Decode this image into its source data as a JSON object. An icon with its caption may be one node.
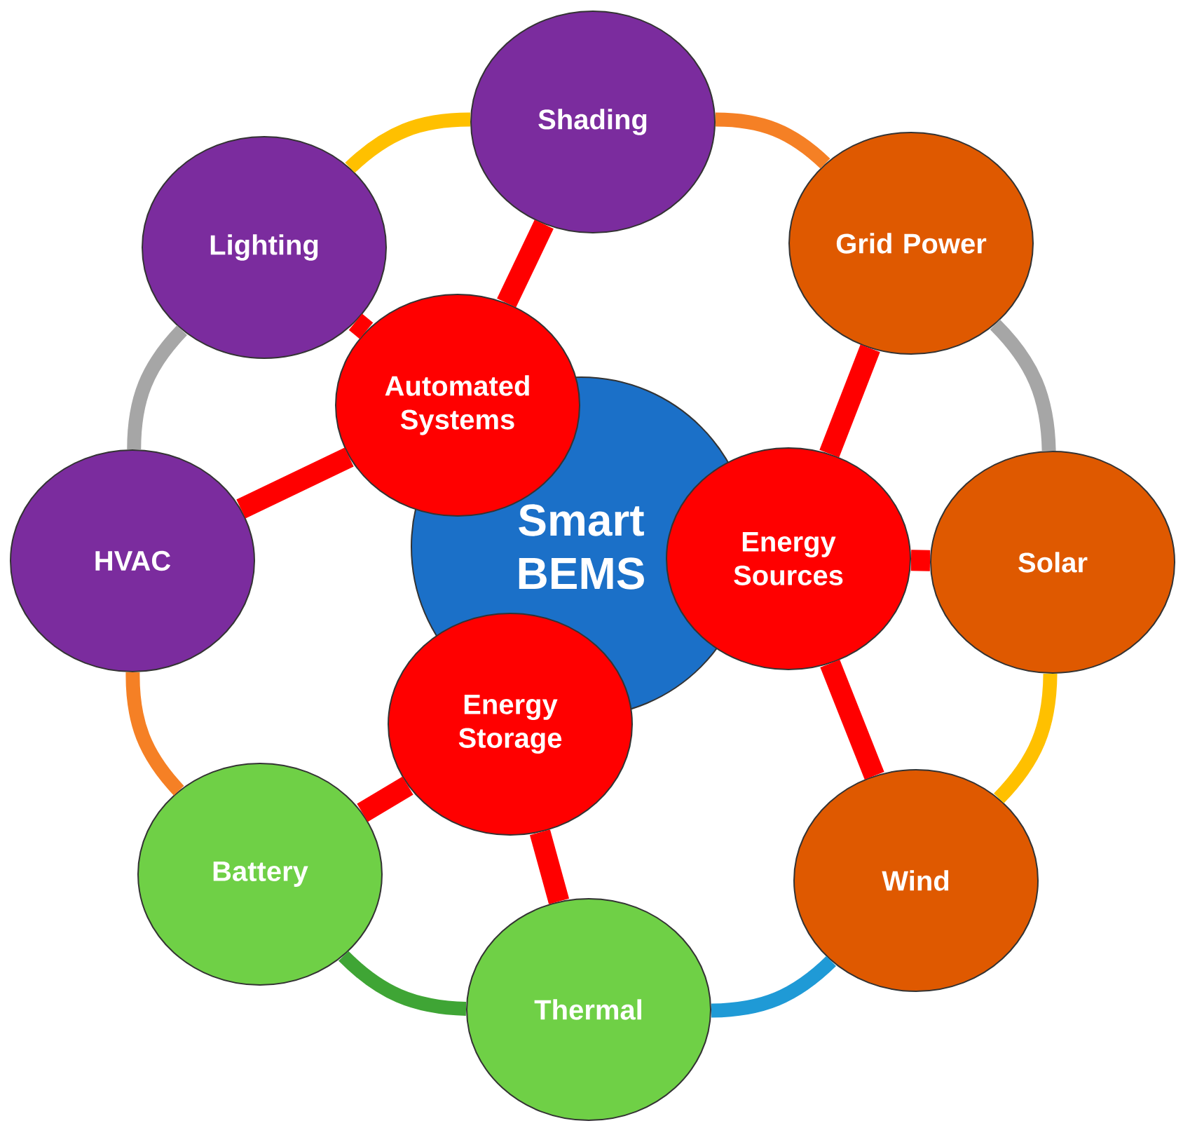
{
  "diagram": {
    "nodes": [
      {
        "text": [
          "Smart BEMS"
        ]
      },
      {
        "text": [
          "Automated Systems"
        ]
      },
      {
        "text": [
          "Energy Sources"
        ]
      },
      {
        "text": [
          "Energy Storage"
        ]
      },
      {
        "text": [
          "Shading"
        ]
      },
      {
        "text": [
          "Grid Power"
        ]
      },
      {
        "text": [
          "Solar"
        ]
      },
      {
        "text": [
          "Wind"
        ]
      },
      {
        "text": [
          "Thermal"
        ]
      },
      {
        "text": [
          "Battery"
        ]
      },
      {
        "text": [
          "HVAC"
        ]
      },
      {
        "text": [
          "Lighting"
        ]
      }
    ],
    "edges": [
      {
        "from": 1,
        "to": 4,
        "arrow": "none"
      },
      {
        "from": 1,
        "to": 11,
        "arrow": "none"
      },
      {
        "from": 1,
        "to": 10,
        "arrow": "none"
      },
      {
        "from": 2,
        "to": 5,
        "arrow": "none"
      },
      {
        "from": 2,
        "to": 6,
        "arrow": "none"
      },
      {
        "from": 2,
        "to": 7,
        "arrow": "none"
      },
      {
        "from": 3,
        "to": 9,
        "arrow": "none"
      },
      {
        "from": 3,
        "to": 8,
        "arrow": "none"
      },
      {
        "from": 11,
        "to": 4,
        "arrow": "none",
        "color": "#ffc000"
      },
      {
        "from": 4,
        "to": 5,
        "arrow": "none",
        "color": "#f58025"
      },
      {
        "from": 5,
        "to": 6,
        "arrow": "none",
        "color": "#a6a6a6"
      },
      {
        "from": 6,
        "to": 7,
        "arrow": "none",
        "color": "#ffc000"
      },
      {
        "from": 7,
        "to": 8,
        "arrow": "none",
        "color": "#1f9ad6"
      },
      {
        "from": 8,
        "to": 9,
        "arrow": "none",
        "color": "#3fa535"
      },
      {
        "from": 9,
        "to": 10,
        "arrow": "none",
        "color": "#f58025"
      },
      {
        "from": 10,
        "to": 11,
        "arrow": "none",
        "color": "#a6a6a6"
      }
    ]
  }
}
